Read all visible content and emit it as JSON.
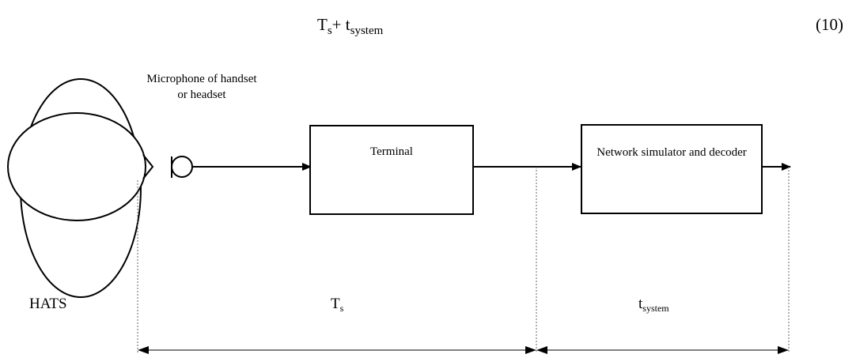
{
  "equation": {
    "main": "T",
    "main_sub": "s",
    "plus": "+ t",
    "plus_sub": "system",
    "number": "(10)"
  },
  "labels": {
    "microphone": "Microphone of handset or headset",
    "terminal": "Terminal",
    "network_simulator": "Network simulator and decoder",
    "hats": "HATS",
    "ts_main": "T",
    "ts_sub": "s",
    "tsystem_main": "t",
    "tsystem_sub": "system"
  },
  "colors": {
    "line": "#000000",
    "dotted_line": "#666666",
    "background": "#ffffff"
  }
}
